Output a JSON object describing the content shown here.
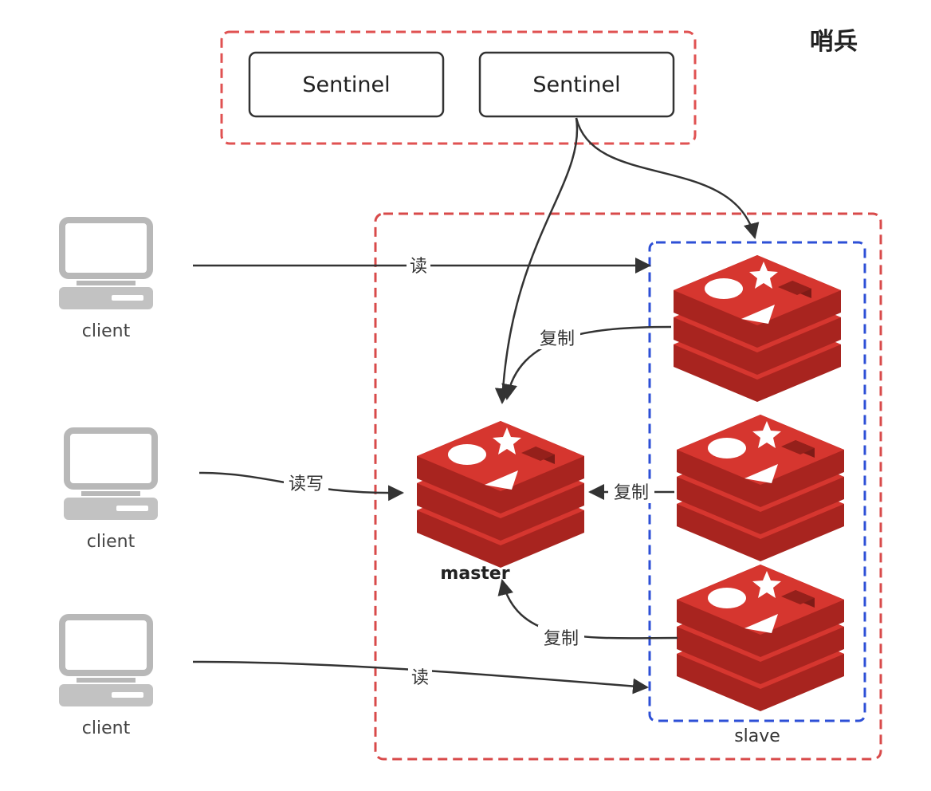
{
  "title": "哨兵",
  "sentinels": [
    {
      "label": "Sentinel"
    },
    {
      "label": "Sentinel"
    }
  ],
  "clients": [
    {
      "label": "client",
      "edge_label": "读"
    },
    {
      "label": "client",
      "edge_label": "读写"
    },
    {
      "label": "client",
      "edge_label": "读"
    }
  ],
  "master": {
    "label": "master"
  },
  "slave_group": {
    "label": "slave"
  },
  "replication_edges": [
    {
      "label": "复制"
    },
    {
      "label": "复制"
    },
    {
      "label": "复制"
    }
  ],
  "colors": {
    "sentinel_border": "#e05252",
    "cluster_border": "#d84a4a",
    "slave_border": "#2d4fd6",
    "redis_red": "#c8312b",
    "client_gray": "#b8b8b8"
  },
  "icons": {
    "server": "redis-logo-icon",
    "client": "computer-icon"
  }
}
